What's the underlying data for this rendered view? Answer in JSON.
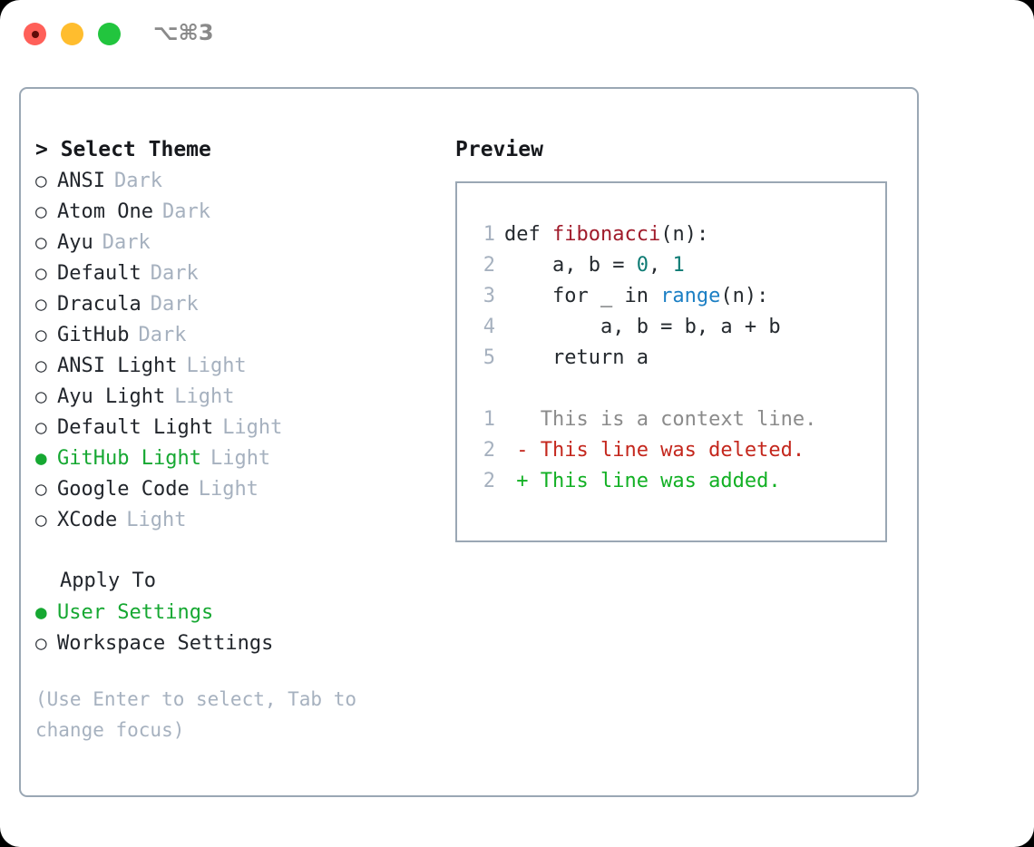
{
  "titlebar": {
    "shortcut": "⌥⌘3",
    "lights": [
      {
        "name": "close",
        "color": "#ff6059"
      },
      {
        "name": "minimize",
        "color": "#ffbd2e"
      },
      {
        "name": "maximize",
        "color": "#22c53e"
      }
    ]
  },
  "theme_section": {
    "header": "> Select Theme",
    "bullet_unselected": "○",
    "bullet_selected": "●",
    "items": [
      {
        "name": "ANSI",
        "variant": "Dark",
        "selected": false
      },
      {
        "name": "Atom One",
        "variant": "Dark",
        "selected": false
      },
      {
        "name": "Ayu",
        "variant": "Dark",
        "selected": false
      },
      {
        "name": "Default",
        "variant": "Dark",
        "selected": false
      },
      {
        "name": "Dracula",
        "variant": "Dark",
        "selected": false
      },
      {
        "name": "GitHub",
        "variant": "Dark",
        "selected": false
      },
      {
        "name": "ANSI Light",
        "variant": "Light",
        "selected": false
      },
      {
        "name": "Ayu Light",
        "variant": "Light",
        "selected": false
      },
      {
        "name": "Default Light",
        "variant": "Light",
        "selected": false
      },
      {
        "name": "GitHub Light",
        "variant": "Light",
        "selected": true
      },
      {
        "name": "Google Code",
        "variant": "Light",
        "selected": false
      },
      {
        "name": "XCode",
        "variant": "Light",
        "selected": false
      }
    ]
  },
  "apply_section": {
    "header": "Apply To",
    "items": [
      {
        "name": "User Settings",
        "selected": true
      },
      {
        "name": "Workspace Settings",
        "selected": false
      }
    ]
  },
  "hint": "(Use Enter to select, Tab to change focus)",
  "preview": {
    "label": "Preview",
    "code_lines": [
      {
        "no": "1",
        "tokens": [
          {
            "t": "def ",
            "c": "plain"
          },
          {
            "t": "fibonacci",
            "c": "func"
          },
          {
            "t": "(n):",
            "c": "plain"
          }
        ]
      },
      {
        "no": "2",
        "tokens": [
          {
            "t": "    a, b = ",
            "c": "plain"
          },
          {
            "t": "0",
            "c": "num"
          },
          {
            "t": ", ",
            "c": "plain"
          },
          {
            "t": "1",
            "c": "num"
          }
        ]
      },
      {
        "no": "3",
        "tokens": [
          {
            "t": "    for _ in ",
            "c": "plain"
          },
          {
            "t": "range",
            "c": "builtin"
          },
          {
            "t": "(n):",
            "c": "plain"
          }
        ]
      },
      {
        "no": "4",
        "tokens": [
          {
            "t": "        a, b = b, a + b",
            "c": "plain"
          }
        ]
      },
      {
        "no": "5",
        "tokens": [
          {
            "t": "    return a",
            "c": "plain"
          }
        ]
      },
      {
        "no": "",
        "tokens": [
          {
            "t": " ",
            "c": "plain"
          }
        ]
      },
      {
        "no": "1",
        "tokens": [
          {
            "t": "   This is a context line.",
            "c": "ctx"
          }
        ]
      },
      {
        "no": "2",
        "tokens": [
          {
            "t": " - This line was deleted.",
            "c": "del"
          }
        ]
      },
      {
        "no": "2",
        "tokens": [
          {
            "t": " + This line was added.",
            "c": "add"
          }
        ]
      }
    ]
  },
  "colors": {
    "panel_border": "#9aa7b4",
    "selected_green": "#16a832",
    "muted": "#a6b1bf",
    "diff_add": "#12b024",
    "diff_del": "#c4271d",
    "syntax_func": "#a01b2b",
    "syntax_num": "#0e7b74",
    "syntax_builtin": "#1b7fc4"
  }
}
